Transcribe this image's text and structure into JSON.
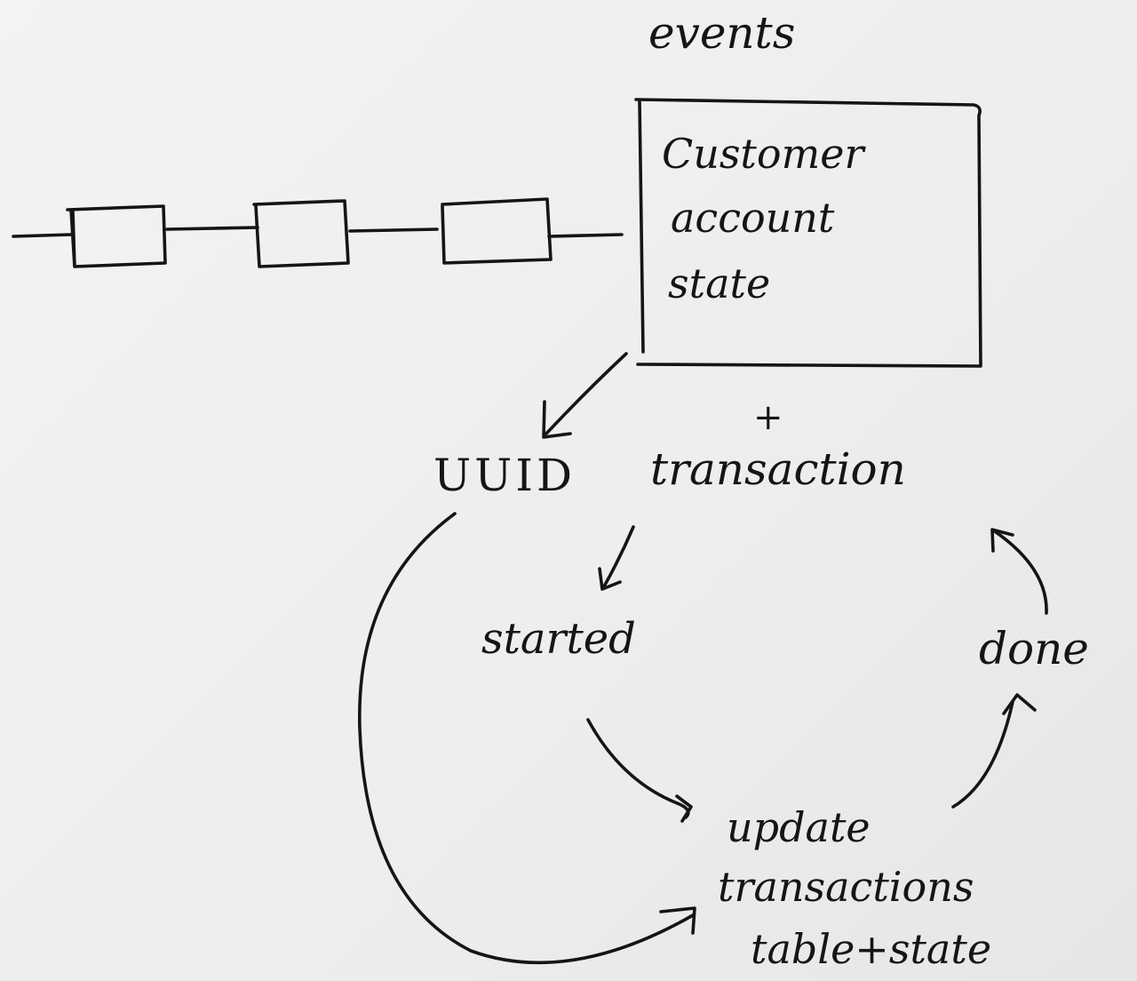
{
  "labels": {
    "events": "events",
    "box_line1": "Customer",
    "box_line2": "account",
    "box_line3": "state",
    "plus": "+",
    "uuid": "UUID",
    "transaction": "transaction",
    "started": "started",
    "done": "done",
    "update_line1": "update",
    "update_line2": "transactions",
    "update_line3": "table+state"
  }
}
